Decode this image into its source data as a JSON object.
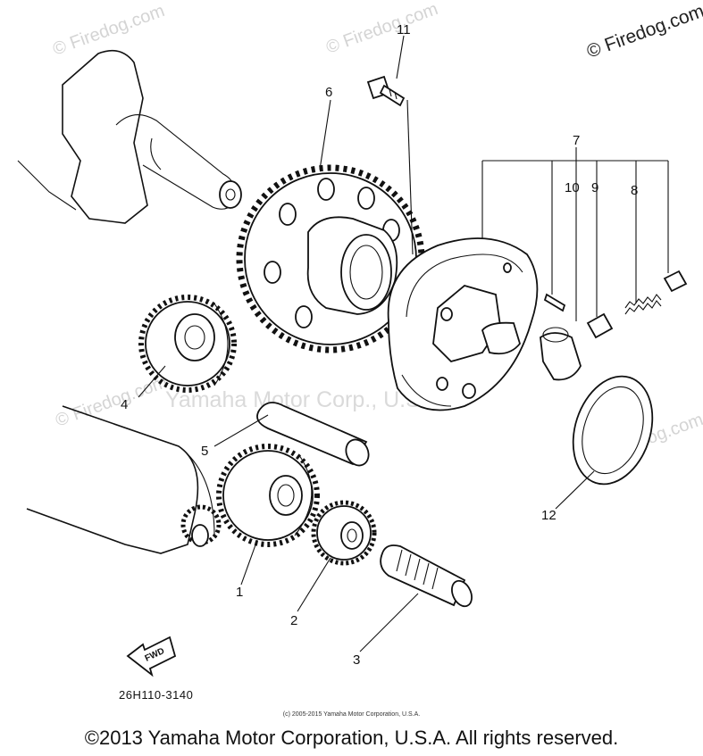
{
  "watermarks": {
    "corner": "© Firedog.com",
    "tile": "© Firedog.com",
    "center": "Yamaha Motor Corp., U.S.A."
  },
  "callouts": {
    "p1": "1",
    "p2": "2",
    "p3": "3",
    "p4": "4",
    "p5": "5",
    "p6": "6",
    "p7": "7",
    "p8": "8",
    "p9": "9",
    "p10": "10",
    "p11": "11",
    "p12": "12"
  },
  "fwd_label": "FWD",
  "part_code": "26H110-3140",
  "small_copyright": "(c) 2005-2015 Yamaha Motor Corporation, U.S.A.",
  "footer": "©2013 Yamaha Motor Corporation, U.S.A. All rights reserved."
}
